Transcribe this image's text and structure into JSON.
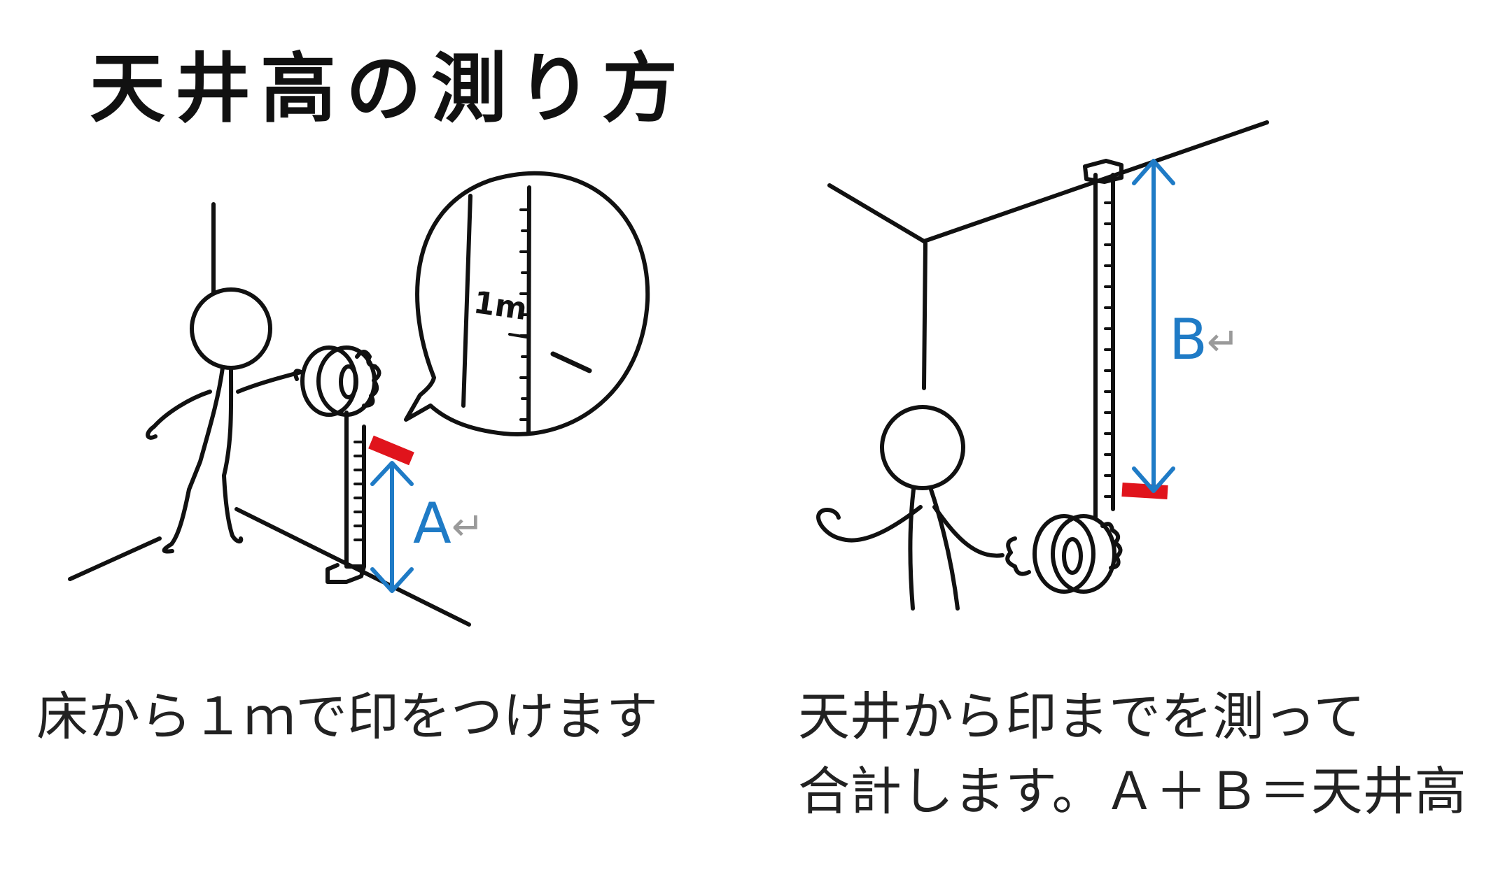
{
  "title": "天井高の測り方",
  "labels": {
    "a": "A",
    "b": "B",
    "return_mark": "↵",
    "scale_mark": "1m"
  },
  "captions": {
    "left": "床から１ｍで印をつけます",
    "right_line1": "天井から印までを測って",
    "right_line2": "合計します。Ａ＋Ｂ＝天井高"
  },
  "colors": {
    "ink": "#111111",
    "measure": "#1f7bc6",
    "mark": "#e0141c",
    "return_mark": "#9a9a9a"
  }
}
